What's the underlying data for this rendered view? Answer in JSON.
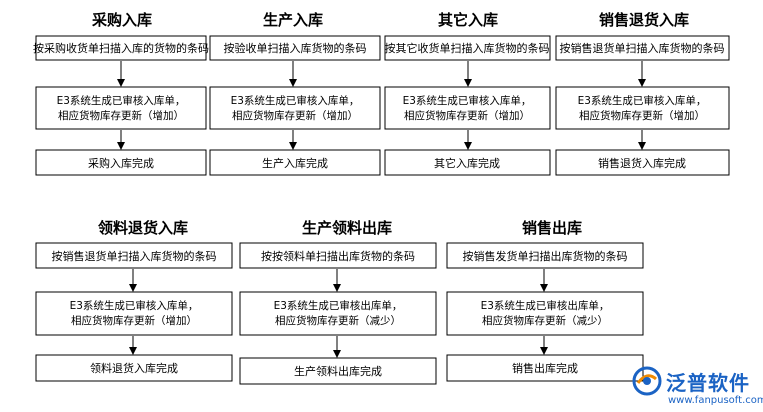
{
  "flows": [
    {
      "title": "采购入库",
      "steps": [
        "按采购收货单扫描入库的货物的条码",
        "E3系统生成已审核入库单，",
        "相应货物库存更新（增加）",
        "采购入库完成"
      ]
    },
    {
      "title": "生产入库",
      "steps": [
        "按验收单扫描入库货物的条码",
        "E3系统生成已审核入库单，",
        "相应货物库存更新（增加）",
        "生产入库完成"
      ]
    },
    {
      "title": "其它入库",
      "steps": [
        "按其它收货单扫描入库货物的条码",
        "E3系统生成已审核入库单，",
        "相应货物库存更新（增加）",
        "其它入库完成"
      ]
    },
    {
      "title": "销售退货入库",
      "steps": [
        "按销售退货单扫描入库货物的条码",
        "E3系统生成已审核入库单，",
        "相应货物库存更新（增加）",
        "销售退货入库完成"
      ]
    },
    {
      "title": "领料退货入库",
      "steps": [
        "按销售退货单扫描入库货物的条码",
        "E3系统生成已审核入库单，",
        "相应货物库存更新（增加）",
        "领料退货入库完成"
      ]
    },
    {
      "title": "生产领料出库",
      "steps": [
        "按按领料单扫描出库货物的条码",
        "E3系统生成已审核出库单，",
        "相应货物库存更新（减少）",
        "生产领料出库完成"
      ]
    },
    {
      "title": "销售出库",
      "steps": [
        "按销售发货单扫描出库货物的条码",
        "E3系统生成已审核出库单，",
        "相应货物库存更新（减少）",
        "销售出库完成"
      ]
    }
  ],
  "logo": {
    "brand": "泛普软件",
    "url": "www.fanpusoft.com",
    "color": "#1b63c4"
  }
}
